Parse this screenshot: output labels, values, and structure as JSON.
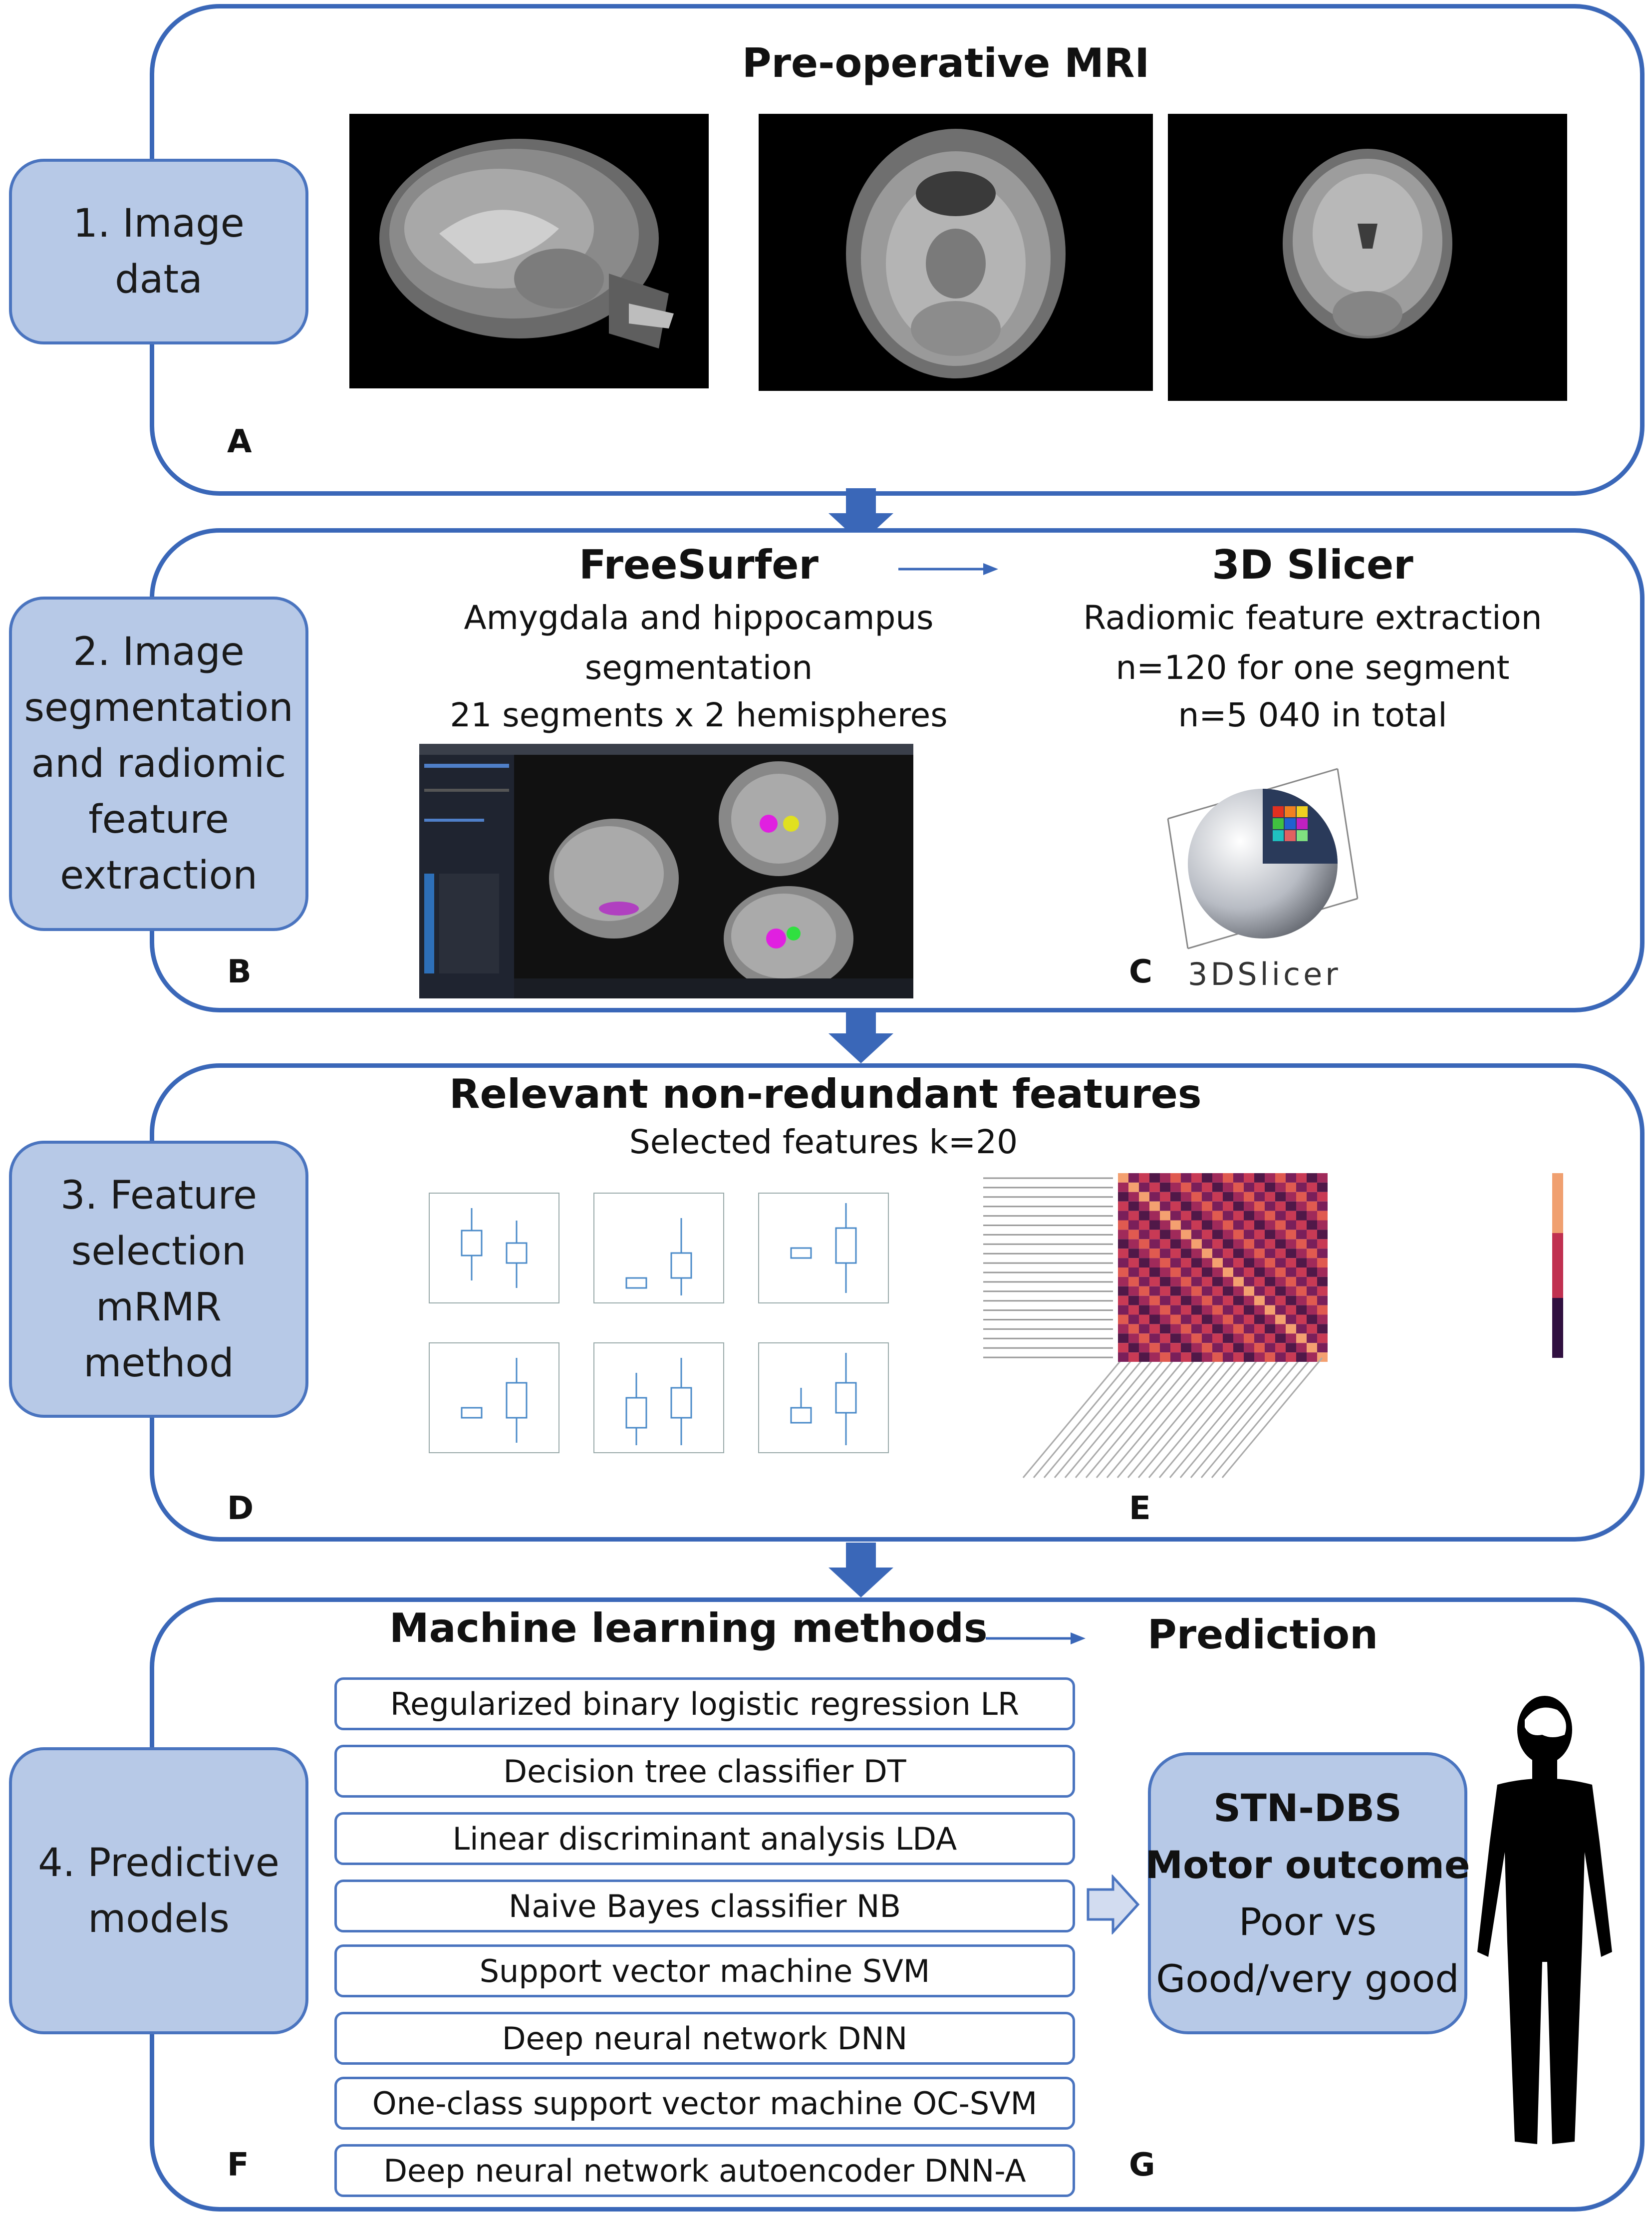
{
  "colors": {
    "panel_border": "#3a67b8",
    "step_fill": "#b7c9e7",
    "arrow": "#3a67b8"
  },
  "panel1": {
    "step_line1": "1. Image",
    "step_line2": "data",
    "title": "Pre-operative MRI",
    "letter": "A"
  },
  "panel2": {
    "step_lines": [
      "2. Image",
      "segmentation",
      "and radiomic",
      "feature",
      "extraction"
    ],
    "freesurfer_title": "FreeSurfer",
    "freesurfer_lines": [
      "Amygdala and hippocampus",
      "segmentation",
      "21 segments x 2 hemispheres"
    ],
    "slicer_title": "3D Slicer",
    "slicer_lines": [
      "Radiomic feature extraction",
      "n=120 for one segment",
      "n=5 040 in total"
    ],
    "slicer_logo_text": "3DSlicer",
    "letter_b": "B",
    "letter_c": "C"
  },
  "panel3": {
    "step_lines": [
      "3. Feature",
      "selection",
      "mRMR",
      "method"
    ],
    "title": "Relevant non-redundant features",
    "subtitle": "Selected features k=20",
    "letter_d": "D",
    "letter_e": "E"
  },
  "panel4": {
    "step_lines": [
      "4. Predictive",
      "models"
    ],
    "ml_title": "Machine learning methods",
    "prediction_title": "Prediction",
    "methods": [
      "Regularized binary logistic regression LR",
      "Decision tree classifier DT",
      "Linear discriminant analysis LDA",
      "Naive Bayes classifier NB",
      "Support vector machine SVM",
      "Deep neural network DNN",
      "One-class support vector machine OC-SVM",
      "Deep neural network autoencoder DNN-A"
    ],
    "outcome_line1": "STN-DBS",
    "outcome_line2": "Motor outcome",
    "outcome_line3": "Poor vs",
    "outcome_line4": "Good/very good",
    "letter_f": "F",
    "letter_g": "G"
  }
}
